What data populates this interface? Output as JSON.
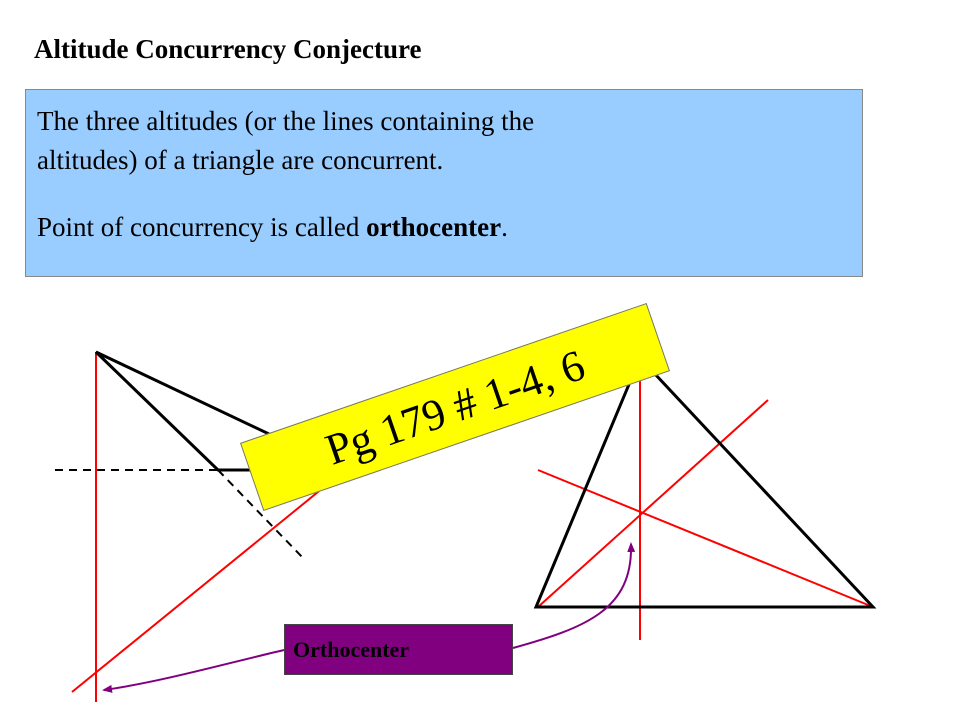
{
  "slide": {
    "title": "Altitude Concurrency Conjecture",
    "definition": {
      "line1": "The three altitudes (or the lines containing the",
      "line2": "altitudes) of a triangle are concurrent.",
      "line3_prefix": "Point of concurrency is called ",
      "line3_term": "orthocenter",
      "line3_suffix": "."
    },
    "assignment": "Pg 179 # 1-4, 6",
    "orthocenter_label": "Orthocenter"
  },
  "colors": {
    "box_fill": "#99ccff",
    "tag_fill": "#ffff00",
    "label_fill": "#800080",
    "altitude": "#ff0000",
    "arrow": "#800080",
    "triangle": "#000000"
  }
}
